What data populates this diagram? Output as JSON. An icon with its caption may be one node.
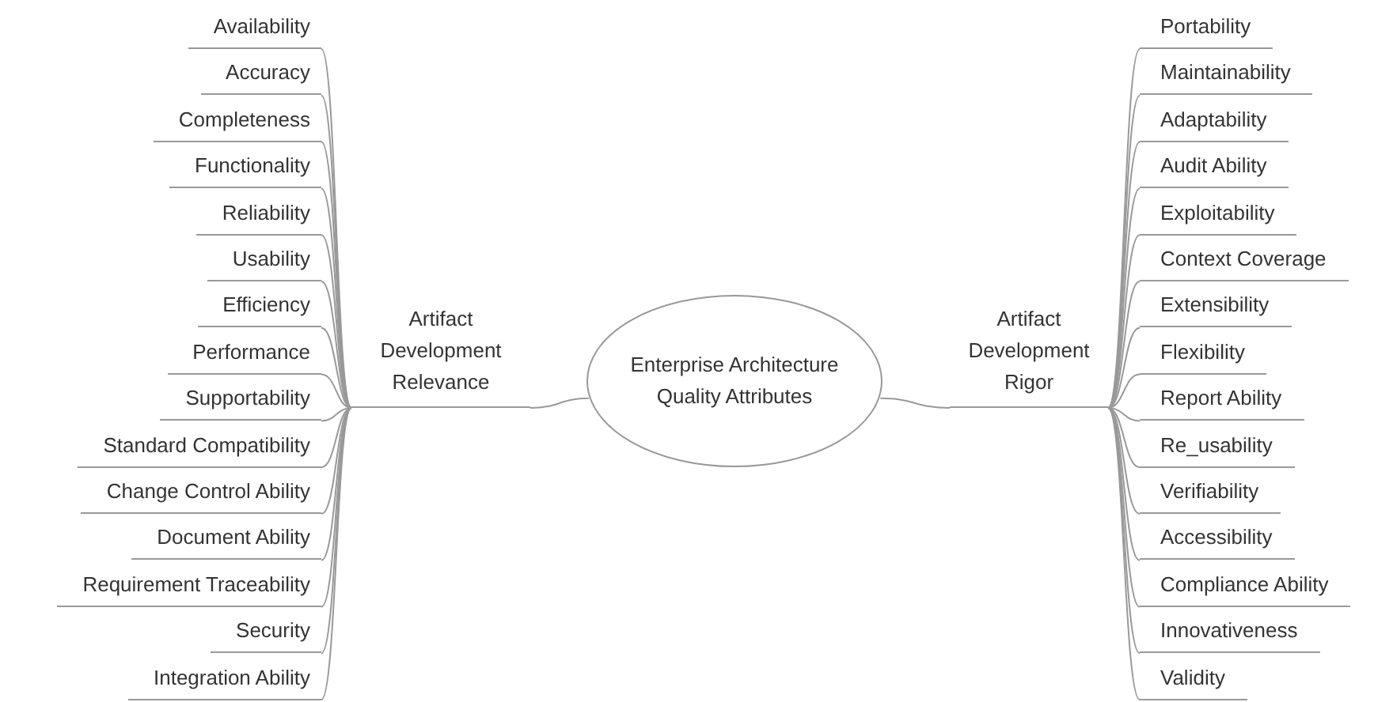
{
  "diagram": {
    "nodes": [
      {
        "text": [
          "Enterprise Architecture Quality Attributes"
        ]
      },
      {
        "text": [
          "Artifact Development Relevance"
        ]
      },
      {
        "text": [
          "Artifact Development Rigor"
        ]
      },
      {
        "text": [
          "Availability"
        ]
      },
      {
        "text": [
          "Accuracy"
        ]
      },
      {
        "text": [
          "Completeness"
        ]
      },
      {
        "text": [
          "Functionality"
        ]
      },
      {
        "text": [
          "Reliability"
        ]
      },
      {
        "text": [
          "Usability"
        ]
      },
      {
        "text": [
          "Efficiency"
        ]
      },
      {
        "text": [
          "Performance"
        ]
      },
      {
        "text": [
          "Supportability"
        ]
      },
      {
        "text": [
          "Standard Compatibility"
        ]
      },
      {
        "text": [
          "Change Control Ability"
        ]
      },
      {
        "text": [
          "Document Ability"
        ]
      },
      {
        "text": [
          "Requirement Traceability"
        ]
      },
      {
        "text": [
          "Security"
        ]
      },
      {
        "text": [
          "Integration Ability"
        ]
      },
      {
        "text": [
          "Portability"
        ]
      },
      {
        "text": [
          "Maintainability"
        ]
      },
      {
        "text": [
          "Adaptability"
        ]
      },
      {
        "text": [
          "Audit Ability"
        ]
      },
      {
        "text": [
          "Exploitability"
        ]
      },
      {
        "text": [
          "Context Coverage"
        ]
      },
      {
        "text": [
          "Extensibility"
        ]
      },
      {
        "text": [
          "Flexibility"
        ]
      },
      {
        "text": [
          "Report Ability"
        ]
      },
      {
        "text": [
          "Re_usability"
        ]
      },
      {
        "text": [
          "Verifiability"
        ]
      },
      {
        "text": [
          "Accessibility"
        ]
      },
      {
        "text": [
          "Compliance Ability"
        ]
      },
      {
        "text": [
          "Innovativeness"
        ]
      },
      {
        "text": [
          "Validity"
        ]
      }
    ],
    "edges": [
      {
        "from": 0,
        "to": 1,
        "arrow": "none"
      },
      {
        "from": 0,
        "to": 2,
        "arrow": "none"
      },
      {
        "from": 1,
        "to": 3,
        "arrow": "none"
      },
      {
        "from": 1,
        "to": 4,
        "arrow": "none"
      },
      {
        "from": 1,
        "to": 5,
        "arrow": "none"
      },
      {
        "from": 1,
        "to": 6,
        "arrow": "none"
      },
      {
        "from": 1,
        "to": 7,
        "arrow": "none"
      },
      {
        "from": 1,
        "to": 8,
        "arrow": "none"
      },
      {
        "from": 1,
        "to": 9,
        "arrow": "none"
      },
      {
        "from": 1,
        "to": 10,
        "arrow": "none"
      },
      {
        "from": 1,
        "to": 11,
        "arrow": "none"
      },
      {
        "from": 1,
        "to": 12,
        "arrow": "none"
      },
      {
        "from": 1,
        "to": 13,
        "arrow": "none"
      },
      {
        "from": 1,
        "to": 14,
        "arrow": "none"
      },
      {
        "from": 1,
        "to": 15,
        "arrow": "none"
      },
      {
        "from": 1,
        "to": 16,
        "arrow": "none"
      },
      {
        "from": 1,
        "to": 17,
        "arrow": "none"
      },
      {
        "from": 2,
        "to": 18,
        "arrow": "none"
      },
      {
        "from": 2,
        "to": 19,
        "arrow": "none"
      },
      {
        "from": 2,
        "to": 20,
        "arrow": "none"
      },
      {
        "from": 2,
        "to": 21,
        "arrow": "none"
      },
      {
        "from": 2,
        "to": 22,
        "arrow": "none"
      },
      {
        "from": 2,
        "to": 23,
        "arrow": "none"
      },
      {
        "from": 2,
        "to": 24,
        "arrow": "none"
      },
      {
        "from": 2,
        "to": 25,
        "arrow": "none"
      },
      {
        "from": 2,
        "to": 26,
        "arrow": "none"
      },
      {
        "from": 2,
        "to": 27,
        "arrow": "none"
      },
      {
        "from": 2,
        "to": 28,
        "arrow": "none"
      },
      {
        "from": 2,
        "to": 29,
        "arrow": "none"
      },
      {
        "from": 2,
        "to": 30,
        "arrow": "none"
      },
      {
        "from": 2,
        "to": 31,
        "arrow": "none"
      },
      {
        "from": 2,
        "to": 32,
        "arrow": "none"
      }
    ]
  }
}
